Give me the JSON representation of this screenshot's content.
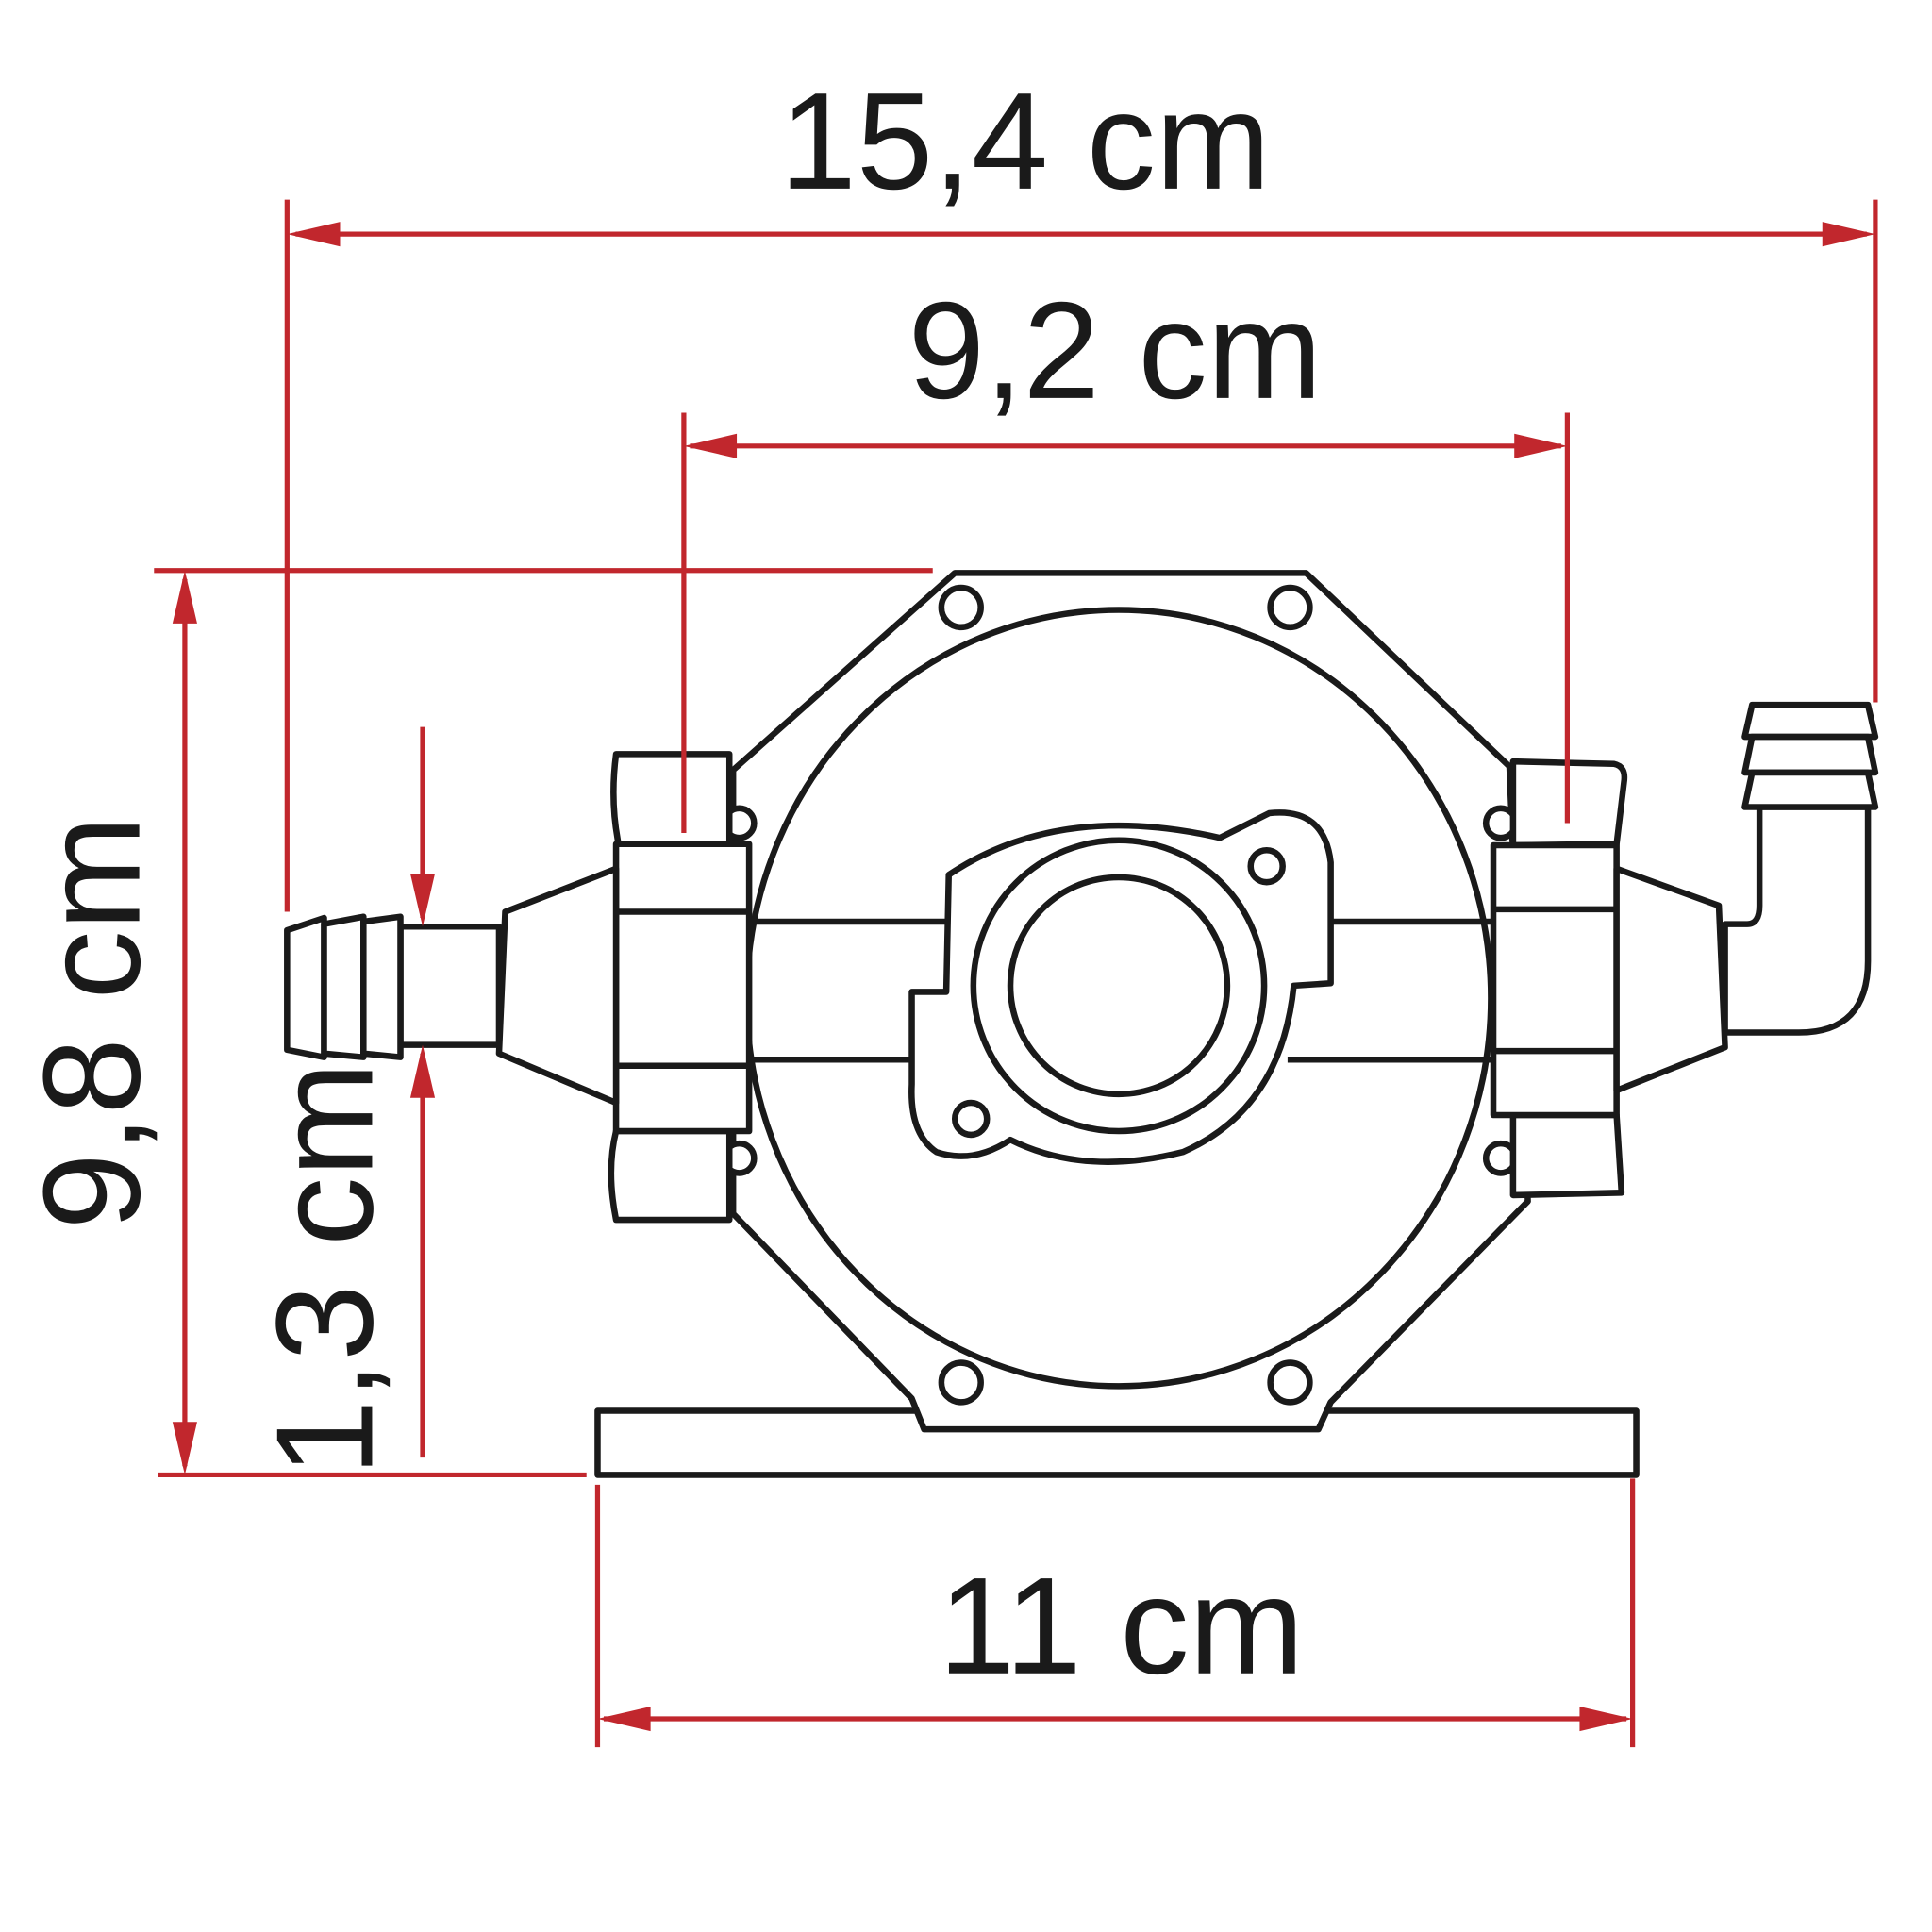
{
  "dimensions": {
    "overall_width": "15,4 cm",
    "housing_width": "9,2 cm",
    "overall_height": "9,8 cm",
    "hose_connector_diameter": "1,3 cm",
    "base_width": "11 cm"
  },
  "colors": {
    "dimension_lines": "#c1272d",
    "outline": "#1a1a1a",
    "background": "#ffffff"
  }
}
